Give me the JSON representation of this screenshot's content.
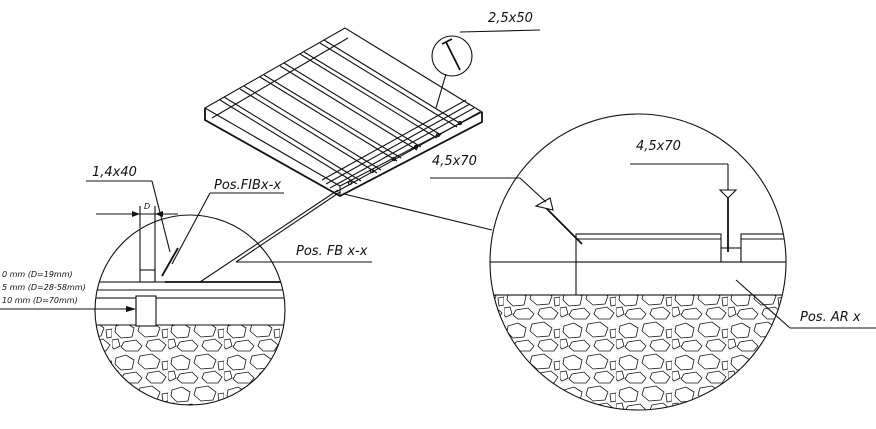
{
  "labels": {
    "nail_top": "2,5x50",
    "nail_left": "1,4x40",
    "nail_right_a": "4,5x70",
    "nail_right_b": "4,5x70",
    "dim_d": "D",
    "pos_fib": "Pos.FIBx-x",
    "pos_fb": "Pos. FB x-x",
    "pos_ar": "Pos. AR x",
    "spec_1": "0 mm (D=19mm)",
    "spec_2": "5 mm (D=28-58mm)",
    "spec_3": "10 mm (D=70mm)"
  }
}
